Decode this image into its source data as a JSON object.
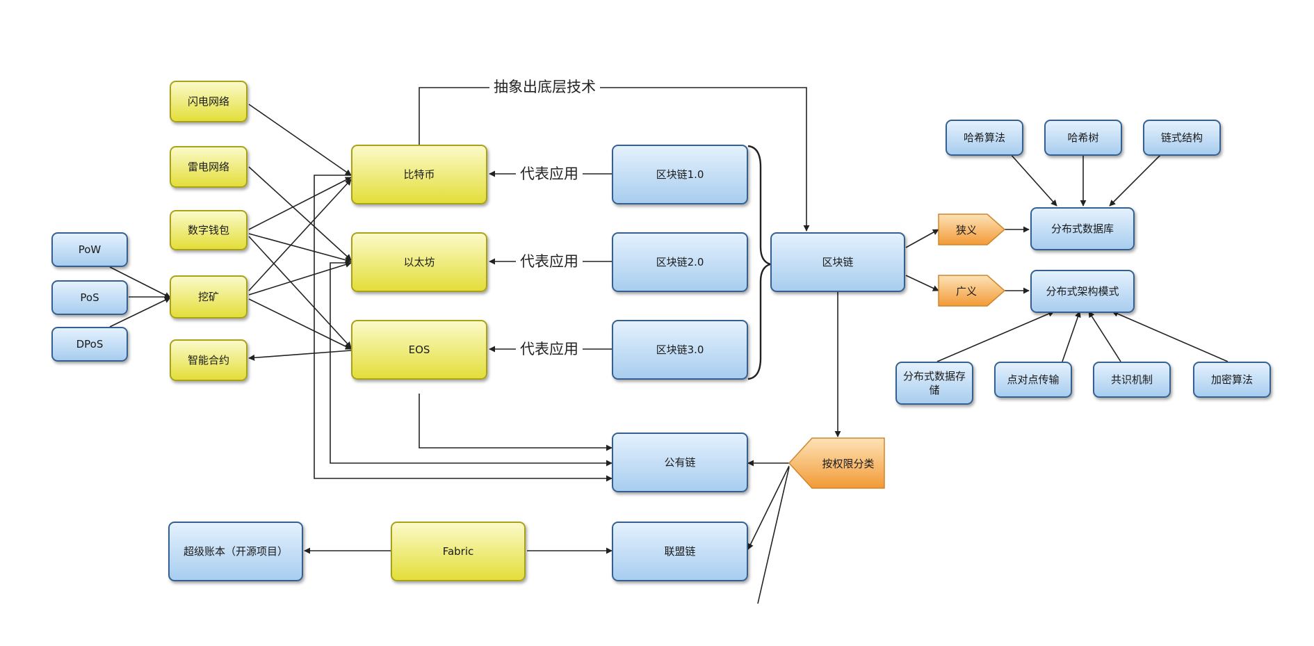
{
  "nodes": {
    "lightning": "闪电网络",
    "raiden": "雷电网络",
    "wallet": "数字钱包",
    "mining": "挖矿",
    "smart_contract": "智能合约",
    "pow": "PoW",
    "pos": "PoS",
    "dpos": "DPoS",
    "bitcoin": "比特币",
    "ethereum": "以太坊",
    "eos": "EOS",
    "bc1": "区块链1.0",
    "bc2": "区块链2.0",
    "bc3": "区块链3.0",
    "blockchain": "区块链",
    "public_chain": "公有链",
    "consortium_chain": "联盟链",
    "fabric": "Fabric",
    "hyperledger": "超级账本（开源项目）",
    "narrow": "狭义",
    "broad": "广义",
    "permission_classify": "按权限分类",
    "dist_db": "分布式数据库",
    "dist_arch": "分布式架构模式",
    "hash_algo": "哈希算法",
    "hash_tree": "哈希树",
    "chain_struct": "链式结构",
    "dist_storage": "分布式数据存储",
    "p2p": "点对点传输",
    "consensus": "共识机制",
    "encryption": "加密算法"
  },
  "labels": {
    "abstract": "抽象出底层技术",
    "app1": "代表应用",
    "app2": "代表应用",
    "app3": "代表应用"
  },
  "colors": {
    "blue_fill": "#a8cdef",
    "yellow_fill": "#e3de3a",
    "orange_fill": "#f5a64a",
    "line": "#222222"
  }
}
